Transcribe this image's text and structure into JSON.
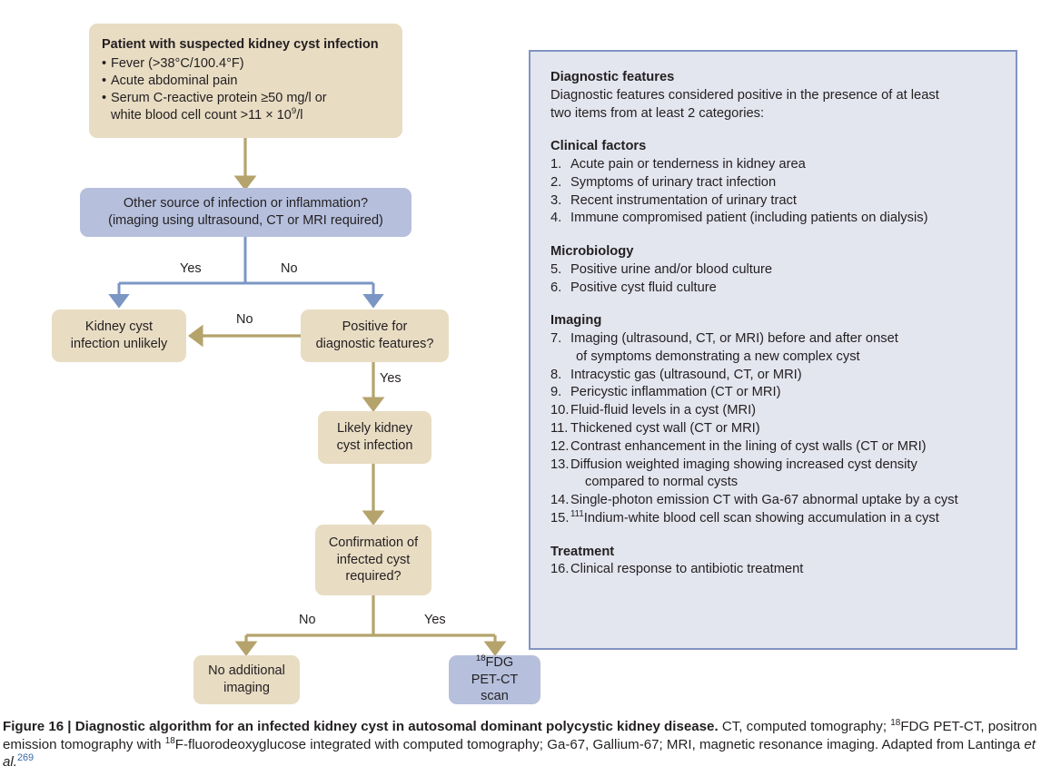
{
  "figure": {
    "number": "Figure 16",
    "separator": " | ",
    "title": "Diagnostic algorithm for an infected kidney cyst in autosomal dominant polycystic kidney disease.",
    "caption_rest_1": " CT, computed tomography; ",
    "caption_fdg_sup": "18",
    "caption_fdg": "FDG PET-CT, positron emission tomography with ",
    "caption_f_sup": "18",
    "caption_f": "F-fluorodeoxyglucose integrated with computed tomography; Ga-67, Gallium-67; MRI, magnetic resonance imaging. Adapted from Lantinga ",
    "caption_etal": "et al.",
    "caption_ref": "269"
  },
  "flowchart": {
    "nodes": {
      "patient": {
        "heading": "Patient with suspected kidney cyst infection",
        "bullets": [
          {
            "line1": "Fever (>38°C/100.4°F)",
            "line2": ""
          },
          {
            "line1": "Acute abdominal pain",
            "line2": ""
          },
          {
            "line1": "Serum C-reactive protein ≥50 mg/l or",
            "line2": "white blood cell count >11 × 10",
            "sup": "9",
            "line2_tail": "/l"
          }
        ]
      },
      "other_source": {
        "line1": "Other source of infection or inflammation?",
        "line2": "(imaging using ultrasound, CT or MRI required)"
      },
      "unlikely": {
        "line1": "Kidney cyst",
        "line2": "infection unlikely"
      },
      "positive_features": {
        "line1": "Positive for",
        "line2": "diagnostic features?"
      },
      "likely": {
        "line1": "Likely kidney",
        "line2": "cyst infection"
      },
      "confirmation": {
        "line1": "Confirmation of",
        "line2": "infected cyst",
        "line3": "required?"
      },
      "no_imaging": {
        "line1": "No additional",
        "line2": "imaging"
      },
      "pet_ct": {
        "sup": "18",
        "line1": "FDG",
        "line2": "PET-CT scan"
      }
    },
    "edge_labels": {
      "yes_left": "Yes",
      "no_right": "No",
      "no_to_unlikely": "No",
      "yes_to_likely": "Yes",
      "no_bottom": "No",
      "yes_bottom": "Yes"
    },
    "colors": {
      "beige_fill": "#e8dcc3",
      "blue_fill": "#b6c0dd",
      "beige_arrow": "#b5a36c",
      "blue_arrow": "#7b96c4"
    }
  },
  "features_panel": {
    "title": "Diagnostic features",
    "intro_line1": "Diagnostic features considered positive in the presence of at least",
    "intro_line2": "two items from at least 2 categories:",
    "sections": [
      {
        "heading": "Clinical factors",
        "items": [
          {
            "num": "1.",
            "line1": "Acute pain or tenderness in kidney area"
          },
          {
            "num": "2.",
            "line1": "Symptoms of urinary tract infection"
          },
          {
            "num": "3.",
            "line1": "Recent instrumentation of urinary tract"
          },
          {
            "num": "4.",
            "line1": "Immune compromised patient (including patients on dialysis)"
          }
        ]
      },
      {
        "heading": "Microbiology",
        "items": [
          {
            "num": "5.",
            "line1": "Positive urine and/or blood culture"
          },
          {
            "num": "6.",
            "line1": "Positive cyst fluid culture"
          }
        ]
      },
      {
        "heading": "Imaging",
        "items": [
          {
            "num": "7.",
            "line1": "Imaging (ultrasound, CT, or MRI) before and after onset",
            "line2": "of symptoms demonstrating a new complex cyst"
          },
          {
            "num": "8.",
            "line1": "Intracystic gas (ultrasound, CT, or MRI)"
          },
          {
            "num": "9.",
            "line1": "Pericystic inflammation (CT or MRI)"
          },
          {
            "num": "10.",
            "line1": "Fluid-fluid levels in a cyst (MRI)"
          },
          {
            "num": "11.",
            "line1": "Thickened cyst wall (CT or MRI)"
          },
          {
            "num": "12.",
            "line1": "Contrast enhancement in the lining of cyst walls (CT or MRI)"
          },
          {
            "num": "13.",
            "line1": "Diffusion weighted imaging showing increased cyst density",
            "line2": "compared to normal cysts"
          },
          {
            "num": "14.",
            "line1": "Single-photon emission CT with Ga-67 abnormal uptake by a cyst"
          },
          {
            "num": "15.",
            "sup": "111",
            "line1": "Indium-white blood cell scan showing accumulation in a cyst"
          }
        ]
      },
      {
        "heading": "Treatment",
        "items": [
          {
            "num": "16.",
            "line1": "Clinical response to antibiotic treatment"
          }
        ]
      }
    ]
  }
}
